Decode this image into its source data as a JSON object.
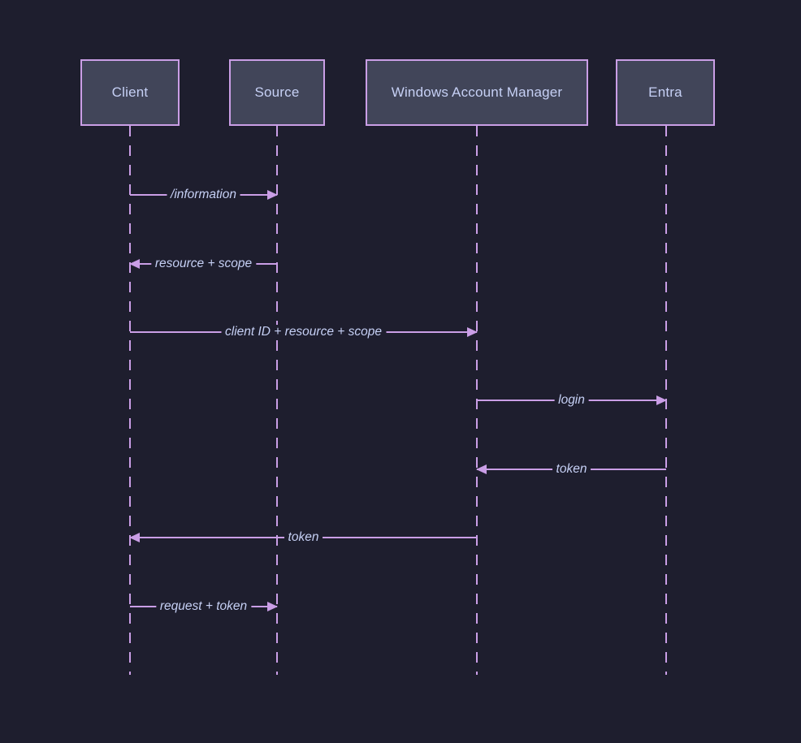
{
  "diagram": {
    "type": "sequence-diagram",
    "colors": {
      "background": "#1e1e2e",
      "actor_fill": "#414559",
      "accent": "#ca9ee6",
      "text": "#c6d0f5"
    },
    "actors": [
      {
        "id": "client",
        "label": "Client"
      },
      {
        "id": "source",
        "label": "Source"
      },
      {
        "id": "wam",
        "label": "Windows Account Manager"
      },
      {
        "id": "entra",
        "label": "Entra"
      }
    ],
    "messages": [
      {
        "from": "Client",
        "to": "Source",
        "direction": "right",
        "label": "/information"
      },
      {
        "from": "Source",
        "to": "Client",
        "direction": "left",
        "label": "resource + scope"
      },
      {
        "from": "Client",
        "to": "Windows Account Manager",
        "direction": "right",
        "label": "client ID + resource + scope"
      },
      {
        "from": "Windows Account Manager",
        "to": "Entra",
        "direction": "right",
        "label": "login"
      },
      {
        "from": "Entra",
        "to": "Windows Account Manager",
        "direction": "left",
        "label": "token"
      },
      {
        "from": "Windows Account Manager",
        "to": "Client",
        "direction": "left",
        "label": "token"
      },
      {
        "from": "Client",
        "to": "Source",
        "direction": "right",
        "label": "request + token"
      }
    ]
  }
}
